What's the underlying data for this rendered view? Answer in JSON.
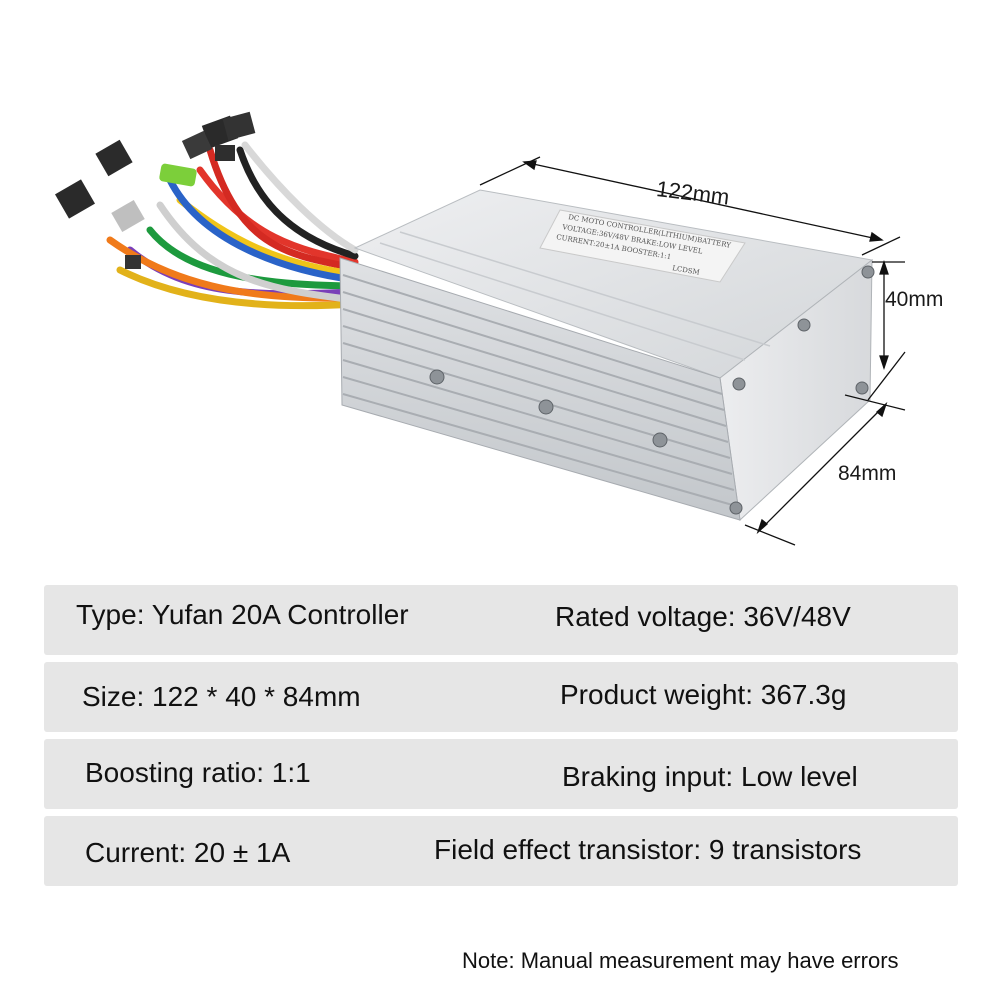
{
  "dimensions": {
    "length": "122mm",
    "height": "40mm",
    "depth": "84mm"
  },
  "label_lines": [
    "DC MOTO CONTROLLER(LITHIUM)BATTERY",
    "VOLTAGE:36V/48V  BRAKE:LOW LEVEL",
    "CURRENT:20±1A  BOOSTER:1:1",
    "LCDSM"
  ],
  "specs": {
    "rows": [
      {
        "left": "Type: Yufan 20A Controller",
        "right": "Rated voltage: 36V/48V"
      },
      {
        "left": "Size: 122 * 40 * 84mm",
        "right": "Product weight: 367.3g"
      },
      {
        "left": "Boosting ratio: 1:1",
        "right": "Braking input: Low level"
      },
      {
        "left": "Current: 20 ± 1A",
        "right": "Field effect transistor: 9 transistors"
      }
    ]
  },
  "note": "Note: Manual measurement may have errors",
  "colors": {
    "row_bg": "#e6e6e6",
    "case_light": "#e9eaec",
    "case_mid": "#c9ccd0",
    "case_dark": "#9ea3a8"
  }
}
